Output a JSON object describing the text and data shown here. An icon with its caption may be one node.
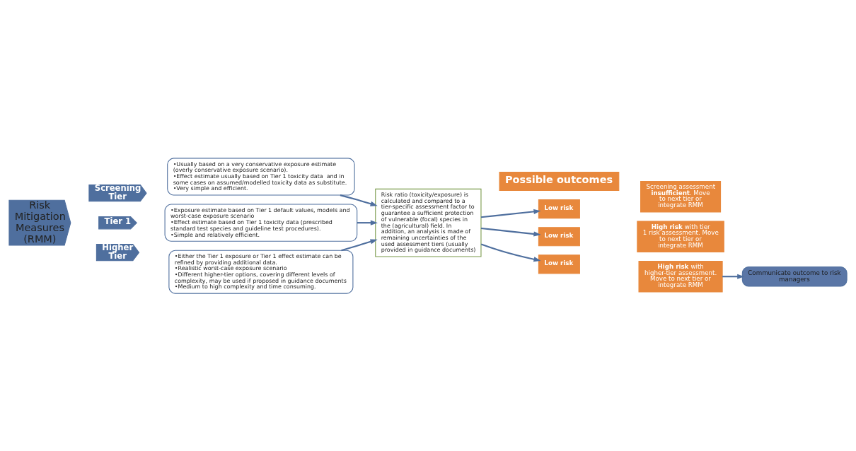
{
  "diagram": {
    "nodes": [
      {
        "text": [
          "Risk Mitigation Measures (RMM)"
        ]
      },
      {
        "text": [
          "Screening Tier"
        ]
      },
      {
        "text": [
          "•Usually based on a very conservative exposure estimate (overly conservative exposure scenario).",
          "•Effect estimate usually based on Tier 1 toxicity data  and in some cases on assumed/modelled toxicity data as substitute.",
          "•Very simple and efficient."
        ]
      },
      {
        "text": [
          "Tier 1"
        ]
      },
      {
        "text": [
          "•Exposure estimate based on Tier 1 default values, models and worst-case exposure scenario",
          "•Effect estimate based on Tier 1 toxicity data (prescribed standard test species and guideline test procedures).",
          "•Simple and relatively efficient."
        ]
      },
      {
        "text": [
          "Higher Tier"
        ]
      },
      {
        "text": [
          "•Either the Tier 1 exposure or Tier 1 effect estimate can be refined by providing additional data.",
          "•Realistic worst-case exposure scenario",
          "•Different higher-tier options, covering different levels of complexity, may be used if proposed in guidance documents",
          "•Medium to high complexity and time consuming."
        ]
      },
      {
        "text": [
          "Risk ratio (toxicity/exposure) is calculated and compared to a tier-specific assessment factor to guarantee a sufficient protection of vulnerable (focal) species in the (agricultural) field. In addition, an analysis is made of remaining uncertainties of the used assessment tiers (usually provided in guidance documents)"
        ]
      },
      {
        "text": [
          "Possible outcomes"
        ]
      },
      {
        "text": [
          "Low risk"
        ]
      },
      {
        "text": [
          "Screening assessment **insufficient**. Move to next tier or integrate RMM"
        ]
      },
      {
        "text": [
          "Low risk"
        ]
      },
      {
        "text": [
          "**High risk** with tier 1 risk assessment. Move to next tier or integrate RMM"
        ]
      },
      {
        "text": [
          "Low risk"
        ]
      },
      {
        "text": [
          "**High risk** with higher-tier assessment. Move to next tier or integrate RMM"
        ]
      },
      {
        "text": [
          "Communicate outcome to risk managers"
        ]
      }
    ],
    "edges": [
      {
        "from": 2,
        "to": 7,
        "arrow": "to"
      },
      {
        "from": 4,
        "to": 7,
        "arrow": "to"
      },
      {
        "from": 6,
        "to": 7,
        "arrow": "to"
      },
      {
        "from": 7,
        "to": 9,
        "arrow": "to"
      },
      {
        "from": 7,
        "to": 11,
        "arrow": "to"
      },
      {
        "from": 7,
        "to": 13,
        "arrow": "to"
      },
      {
        "from": 14,
        "to": 15,
        "arrow": "to"
      }
    ]
  }
}
